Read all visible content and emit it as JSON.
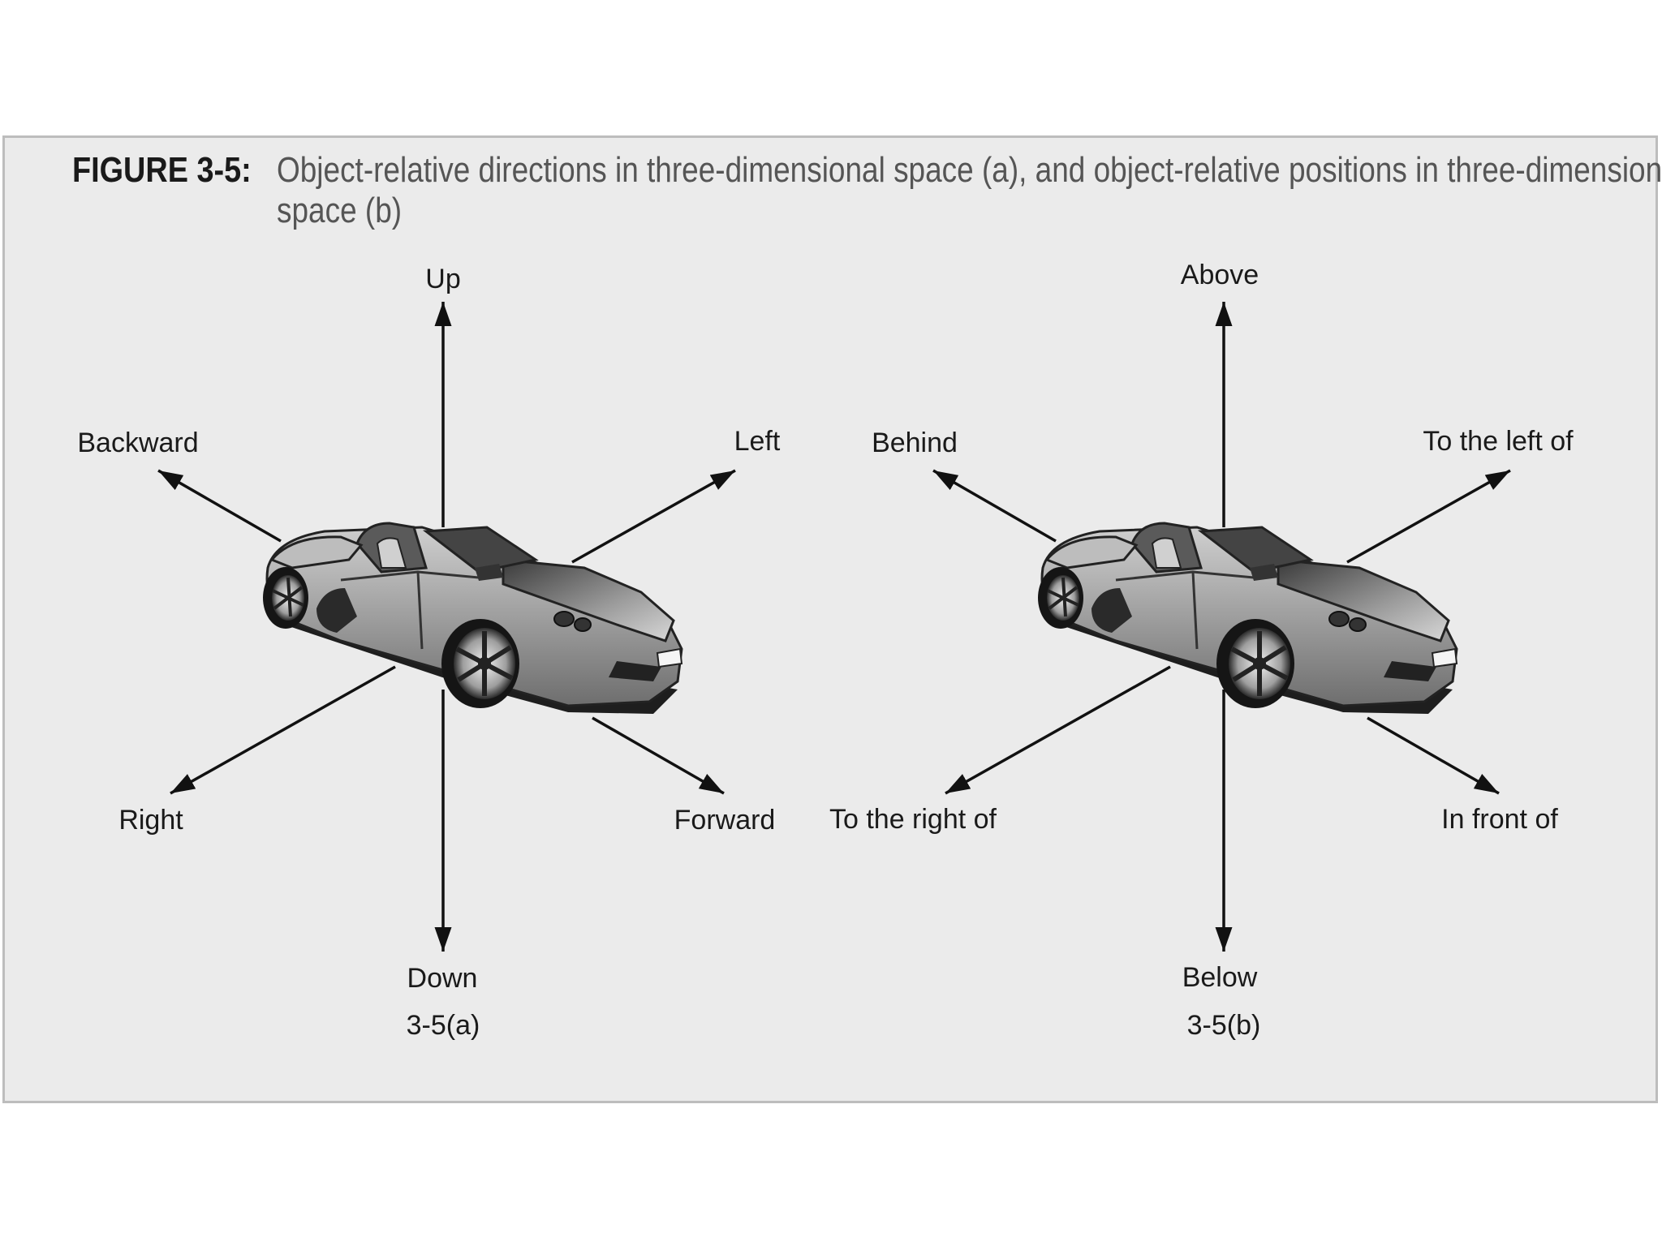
{
  "caption": {
    "label": "FIGURE 3-5:",
    "text": "Object-relative directions in three-dimensional space (a), and object-relative positions in three-dimensional space (b)"
  },
  "panels": [
    {
      "id": "a",
      "sublabel": "3-5(a)",
      "labels": {
        "up": "Up",
        "down": "Down",
        "backward": "Backward",
        "left": "Left",
        "right": "Right",
        "forward": "Forward"
      }
    },
    {
      "id": "b",
      "sublabel": "3-5(b)",
      "labels": {
        "up": "Above",
        "down": "Below",
        "backward": "Behind",
        "left": "To the left of",
        "right": "To the right of",
        "forward": "In front of"
      }
    }
  ]
}
